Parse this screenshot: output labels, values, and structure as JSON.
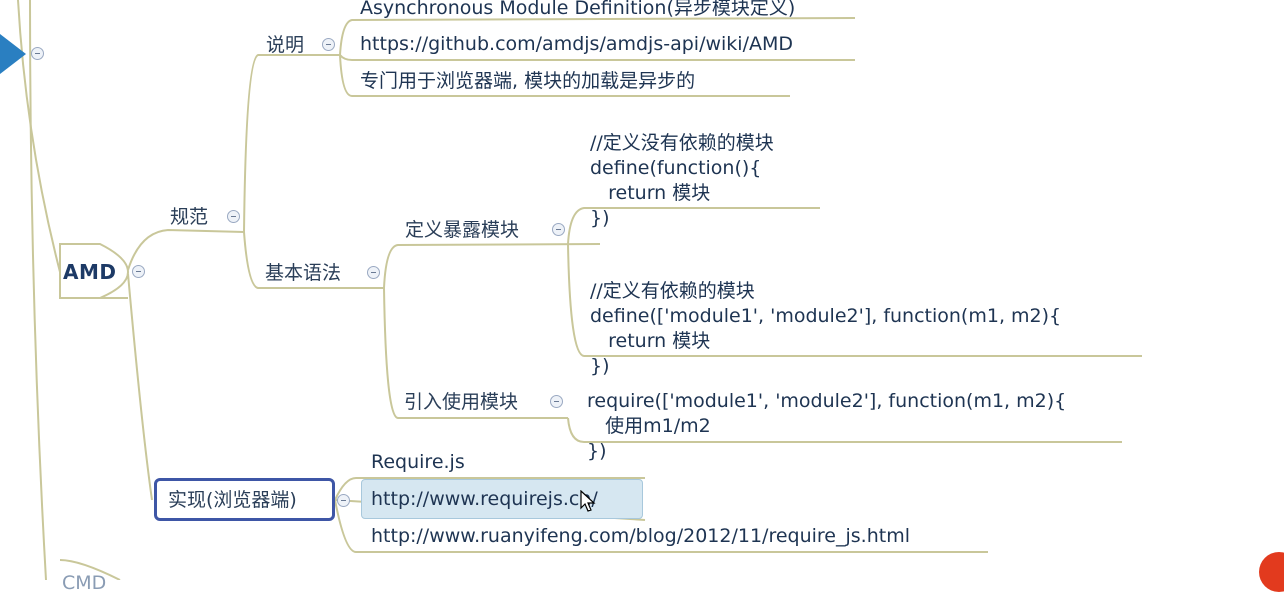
{
  "root": {
    "label": "AMD"
  },
  "branches": {
    "spec": {
      "label": "规范",
      "desc": {
        "label": "说明",
        "items": [
          "Asynchronous Module Definition(异步模块定义)",
          "https://github.com/amdjs/amdjs-api/wiki/AMD",
          "专门用于浏览器端, 模块的加载是异步的"
        ]
      },
      "syntax": {
        "label": "基本语法",
        "define": {
          "label": "定义暴露模块",
          "code_no_deps": [
            "//定义没有依赖的模块",
            "define(function(){",
            "   return 模块",
            "})"
          ],
          "code_with_deps": [
            "//定义有依赖的模块",
            "define(['module1', 'module2'], function(m1, m2){",
            "   return 模块",
            "})"
          ]
        },
        "use": {
          "label": "引入使用模块",
          "code": [
            "require(['module1', 'module2'], function(m1, m2){",
            "   使用m1/m2",
            "})"
          ]
        }
      }
    },
    "impl": {
      "label": "实现(浏览器端)",
      "items": [
        "Require.js",
        "http://www.requirejs.cn/",
        "http://www.ruanyifeng.com/blog/2012/11/require_js.html"
      ]
    },
    "next": {
      "label": "CMD"
    }
  },
  "colors": {
    "connector": "#c9c79a",
    "selection": "#3e56a6",
    "hover": "#d6e7f1",
    "text": "#1e3452"
  }
}
